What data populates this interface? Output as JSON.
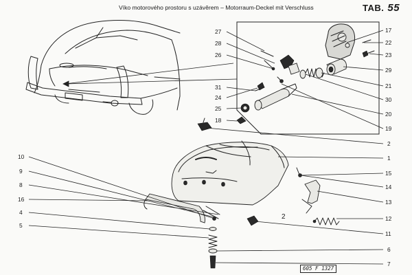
{
  "header": {
    "title": "Víko motorového prostoru s uzávěrem – Motorraum-Deckel mit Verschluss",
    "tab_label": "TAB.",
    "tab_number": "55"
  },
  "stamp": "605 F 1327",
  "callouts": [
    "27",
    "28",
    "26",
    "31",
    "24",
    "25",
    "18",
    "17",
    "22",
    "23",
    "29",
    "21",
    "30",
    "20",
    "19",
    "2",
    "1",
    "15",
    "14",
    "13",
    "12",
    "11",
    "2",
    "10",
    "9",
    "8",
    "16",
    "4",
    "5",
    "6",
    "7"
  ]
}
